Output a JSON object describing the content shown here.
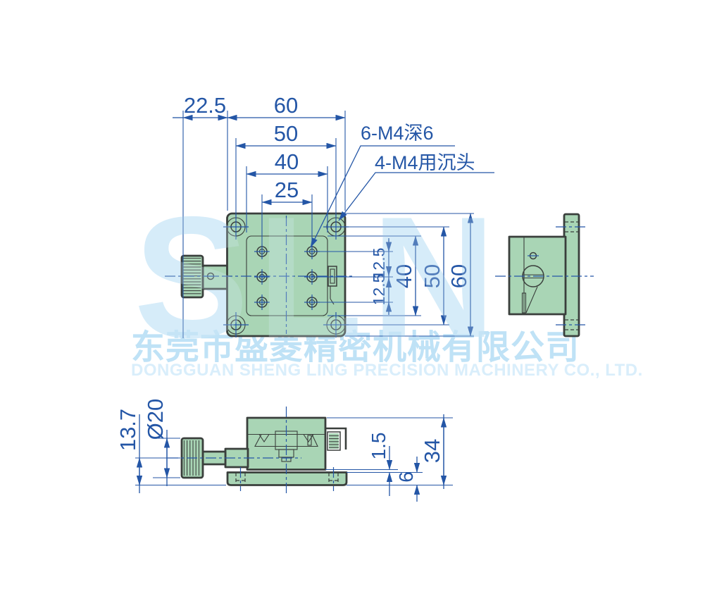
{
  "watermark": {
    "brand": "SLN",
    "company_cn": "东莞市盛菱精密机械有限公司",
    "company_en": "DONGGUAN SHENG LING PRECISION MACHINERY CO., LTD."
  },
  "top_view": {
    "width_dims": {
      "knob_offset": "22.5",
      "overall": "60",
      "mount_holes": "50",
      "platform": "40",
      "tapped_cols": "25"
    },
    "height_dims": {
      "row_upper": "12.5",
      "row_lower": "12.5",
      "platform": "40",
      "mount_holes": "50",
      "overall": "60"
    },
    "callouts": {
      "tapped_holes": "6-M4深6",
      "counterbore_holes": "4-M4用沉头"
    }
  },
  "front_view": {
    "dims": {
      "axis_height": "13.7",
      "knob_diameter": "Ø20",
      "clearance": "1.5",
      "base_thickness": "6",
      "overall_height": "34"
    }
  },
  "colors": {
    "dimension_blue": "#2456a6",
    "body_green": "#a9d5b5",
    "outline_dark": "#3a3f3c",
    "watermark_blue": "#cfe9f8"
  }
}
